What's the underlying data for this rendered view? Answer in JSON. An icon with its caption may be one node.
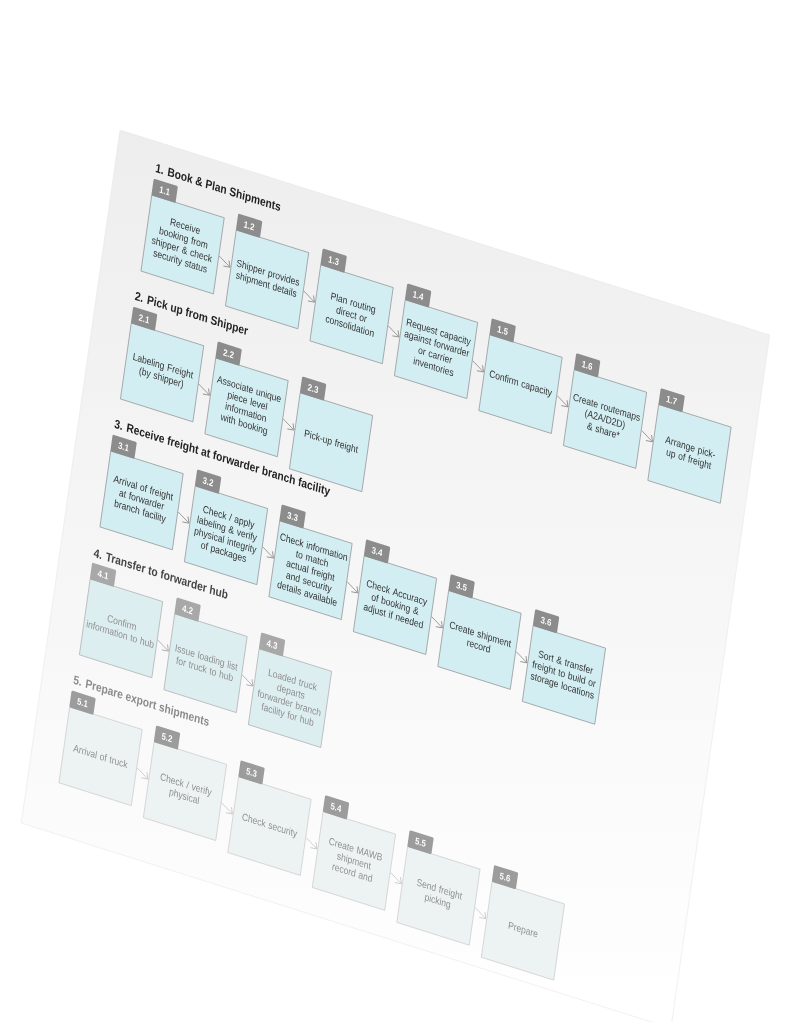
{
  "diagram": {
    "nodes": [
      {
        "text": [
          "1.1",
          "Receive booking from shipper & check security status"
        ]
      },
      {
        "text": [
          "1.2",
          "Shipper provides shipment details"
        ]
      },
      {
        "text": [
          "1.3",
          "Plan routing direct or consolidation"
        ]
      },
      {
        "text": [
          "1.4",
          "Request capacity against forwarder or carrier inventories"
        ]
      },
      {
        "text": [
          "1.5",
          "Confirm capacity"
        ]
      },
      {
        "text": [
          "1.6",
          "Create routemaps (A2A/D2D) & share*"
        ]
      },
      {
        "text": [
          "1.7",
          "Arrange pick-up of freight"
        ]
      },
      {
        "text": [
          "2.1",
          "Labeling Freight (by shipper)"
        ]
      },
      {
        "text": [
          "2.2",
          "Associate unique piece level information with booking"
        ]
      },
      {
        "text": [
          "2.3",
          "Pick-up freight"
        ]
      },
      {
        "text": [
          "3.1",
          "Arrival of freight at forwarder branch facility"
        ]
      },
      {
        "text": [
          "3.2",
          "Check / apply labeling & verify physical integrity of packages"
        ]
      },
      {
        "text": [
          "3.3",
          "Check information to match actual freight and security details available"
        ]
      },
      {
        "text": [
          "3.4",
          "Check Accuracy of booking & adjust if needed"
        ]
      },
      {
        "text": [
          "3.5",
          "Create shipment record"
        ]
      },
      {
        "text": [
          "3.6",
          "Sort & transfer freight to build or storage locations"
        ]
      },
      {
        "text": [
          "4.1",
          "Confirm information to hub"
        ]
      },
      {
        "text": [
          "4.2",
          "Issue loading list for truck to hub"
        ]
      },
      {
        "text": [
          "4.3",
          "Loaded truck departs forwarder branch facility for hub"
        ]
      },
      {
        "text": [
          "5.1",
          "Arrival of truck"
        ]
      },
      {
        "text": [
          "5.2",
          "Check / verify physical"
        ]
      },
      {
        "text": [
          "5.3",
          "Check security"
        ]
      },
      {
        "text": [
          "5.4",
          "Create MAWB shipment record and"
        ]
      },
      {
        "text": [
          "5.5",
          "Send freight picking"
        ]
      },
      {
        "text": [
          "5.6",
          "Prepare"
        ]
      }
    ],
    "edges": [
      {
        "from": 0,
        "to": 1,
        "arrow": "to"
      },
      {
        "from": 1,
        "to": 2,
        "arrow": "to"
      },
      {
        "from": 2,
        "to": 3,
        "arrow": "to"
      },
      {
        "from": 3,
        "to": 4,
        "arrow": "to"
      },
      {
        "from": 4,
        "to": 5,
        "arrow": "to"
      },
      {
        "from": 5,
        "to": 6,
        "arrow": "to"
      },
      {
        "from": 7,
        "to": 8,
        "arrow": "to"
      },
      {
        "from": 8,
        "to": 9,
        "arrow": "to"
      },
      {
        "from": 10,
        "to": 11,
        "arrow": "to"
      },
      {
        "from": 11,
        "to": 12,
        "arrow": "to"
      },
      {
        "from": 12,
        "to": 13,
        "arrow": "to"
      },
      {
        "from": 13,
        "to": 14,
        "arrow": "to"
      },
      {
        "from": 14,
        "to": 15,
        "arrow": "to"
      },
      {
        "from": 16,
        "to": 17,
        "arrow": "to"
      },
      {
        "from": 17,
        "to": 18,
        "arrow": "to"
      },
      {
        "from": 19,
        "to": 20,
        "arrow": "to"
      },
      {
        "from": 20,
        "to": 21,
        "arrow": "to"
      },
      {
        "from": 21,
        "to": 22,
        "arrow": "to"
      },
      {
        "from": 22,
        "to": 23,
        "arrow": "to"
      },
      {
        "from": 23,
        "to": 24,
        "arrow": "to"
      }
    ],
    "labels": [
      "1. Book & Plan Shipments",
      "2. Pick up from Shipper",
      "3. Receive freight at forwarder branch facility",
      "4. Transfer to forwarder hub",
      "5. Prepare export shipments"
    ]
  }
}
